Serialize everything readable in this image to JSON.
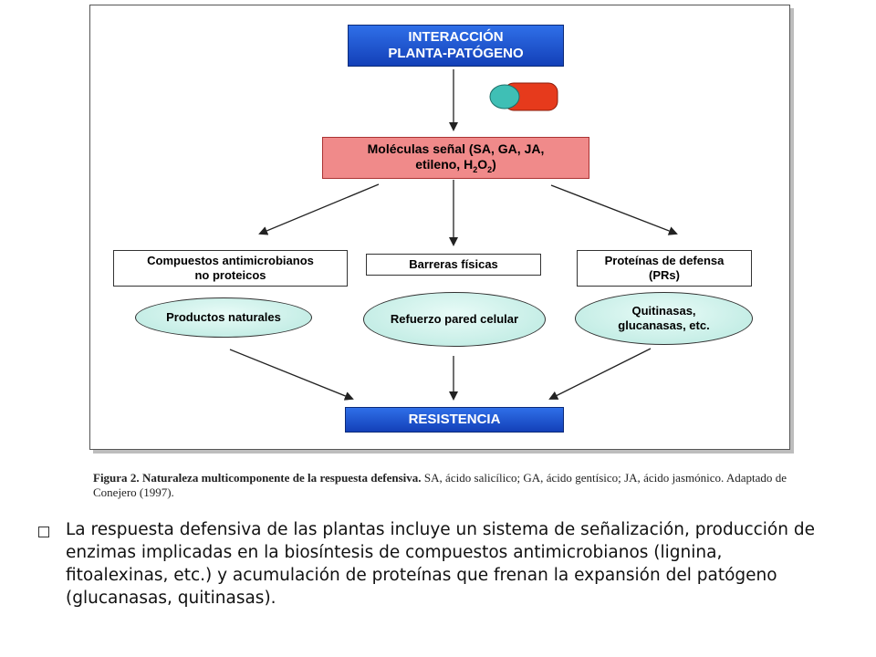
{
  "diagram": {
    "top_box": [
      "INTERACCIÓN",
      "PLANTA-PATÓGENO"
    ],
    "signal_box": [
      "Moléculas señal (SA, GA, JA,",
      "etileno, H",
      "2",
      "O",
      "2",
      ")"
    ],
    "left_box": [
      "Compuestos antimicrobianos",
      "no proteicos"
    ],
    "center_box": "Barreras físicas",
    "right_box": [
      "Proteínas de defensa",
      "(PRs)"
    ],
    "left_ellipse": "Productos naturales",
    "center_ellipse": "Refuerzo pared celular",
    "right_ellipse": [
      "Quitinasas,",
      "glucanasas, etc."
    ],
    "bottom_box": "RESISTENCIA"
  },
  "caption": {
    "bold": "Figura 2. Naturaleza multicomponente de la respuesta defensiva.",
    "rest": " SA, ácido salicílico; GA, ácido gentísico; JA, ácido jasmónico. Adaptado de Conejero (1997)."
  },
  "bullet_text": "La respuesta defensiva de las plantas incluye un sistema de señalización, producción de enzimas implicadas en la biosíntesis de compuestos antimicrobianos (lignina, fitoalexinas, etc.) y acumulación de proteínas que frenan la expansión del patógeno (glucanasas, quitinasas).",
  "colors": {
    "blue_box": "#1f55d6",
    "signal_box": "#f08a8a",
    "ellipse": "#c8efe8",
    "capsule_red": "#e63a1c",
    "capsule_teal": "#3fbfb5"
  }
}
